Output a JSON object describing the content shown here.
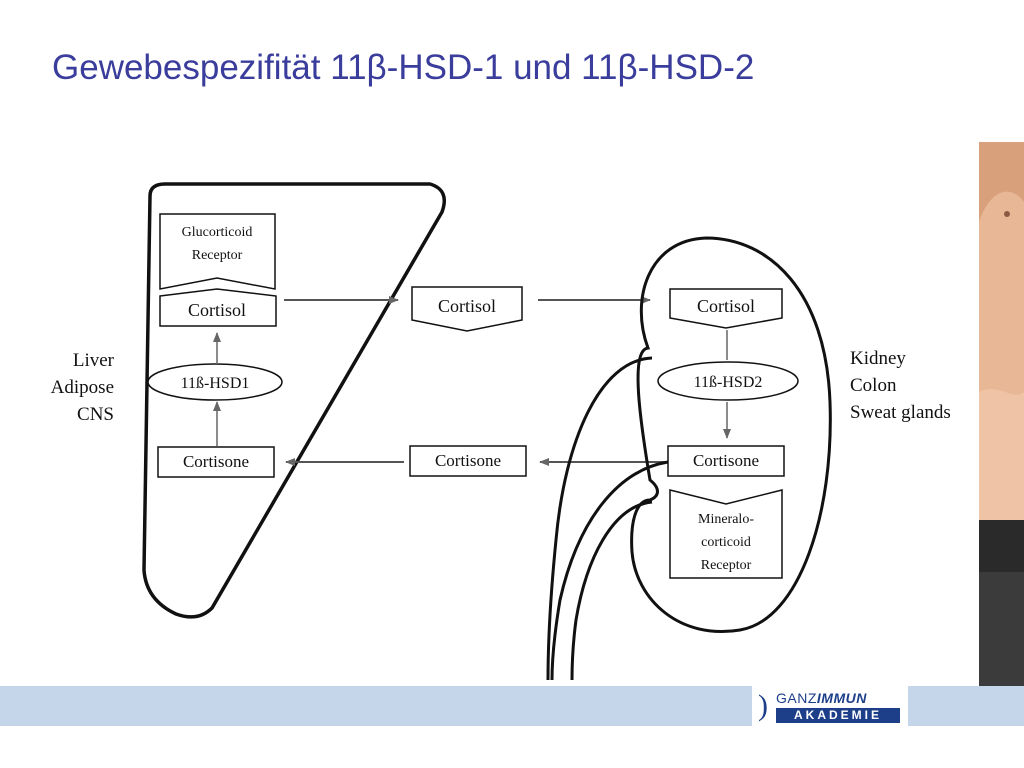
{
  "slide": {
    "title": "Gewebespezifität 11β-HSD-1 und 11β-HSD-2"
  },
  "diagram": {
    "left_organ": {
      "receptor_line1": "Glucorticoid",
      "receptor_line2": "Receptor",
      "cortisol": "Cortisol",
      "enzyme": "11ß-HSD1",
      "cortisone": "Cortisone",
      "tissues": [
        "Liver",
        "Adipose",
        "CNS"
      ]
    },
    "middle": {
      "cortisol": "Cortisol",
      "cortisone": "Cortisone"
    },
    "right_organ": {
      "cortisol": "Cortisol",
      "enzyme": "11ß-HSD2",
      "cortisone": "Cortisone",
      "receptor_line1": "Mineralo-",
      "receptor_line2": "corticoid",
      "receptor_line3": "Receptor",
      "tissues": [
        "Kidney",
        "Colon",
        "Sweat glands"
      ]
    }
  },
  "logo": {
    "top_plain": "GANZ",
    "top_bold": "IMMUN",
    "bottom": "AKADEMIE"
  },
  "colors": {
    "title": "#3a3d9c",
    "footer_bar": "#c5d6ea",
    "logo_blue": "#1d3f8a"
  }
}
